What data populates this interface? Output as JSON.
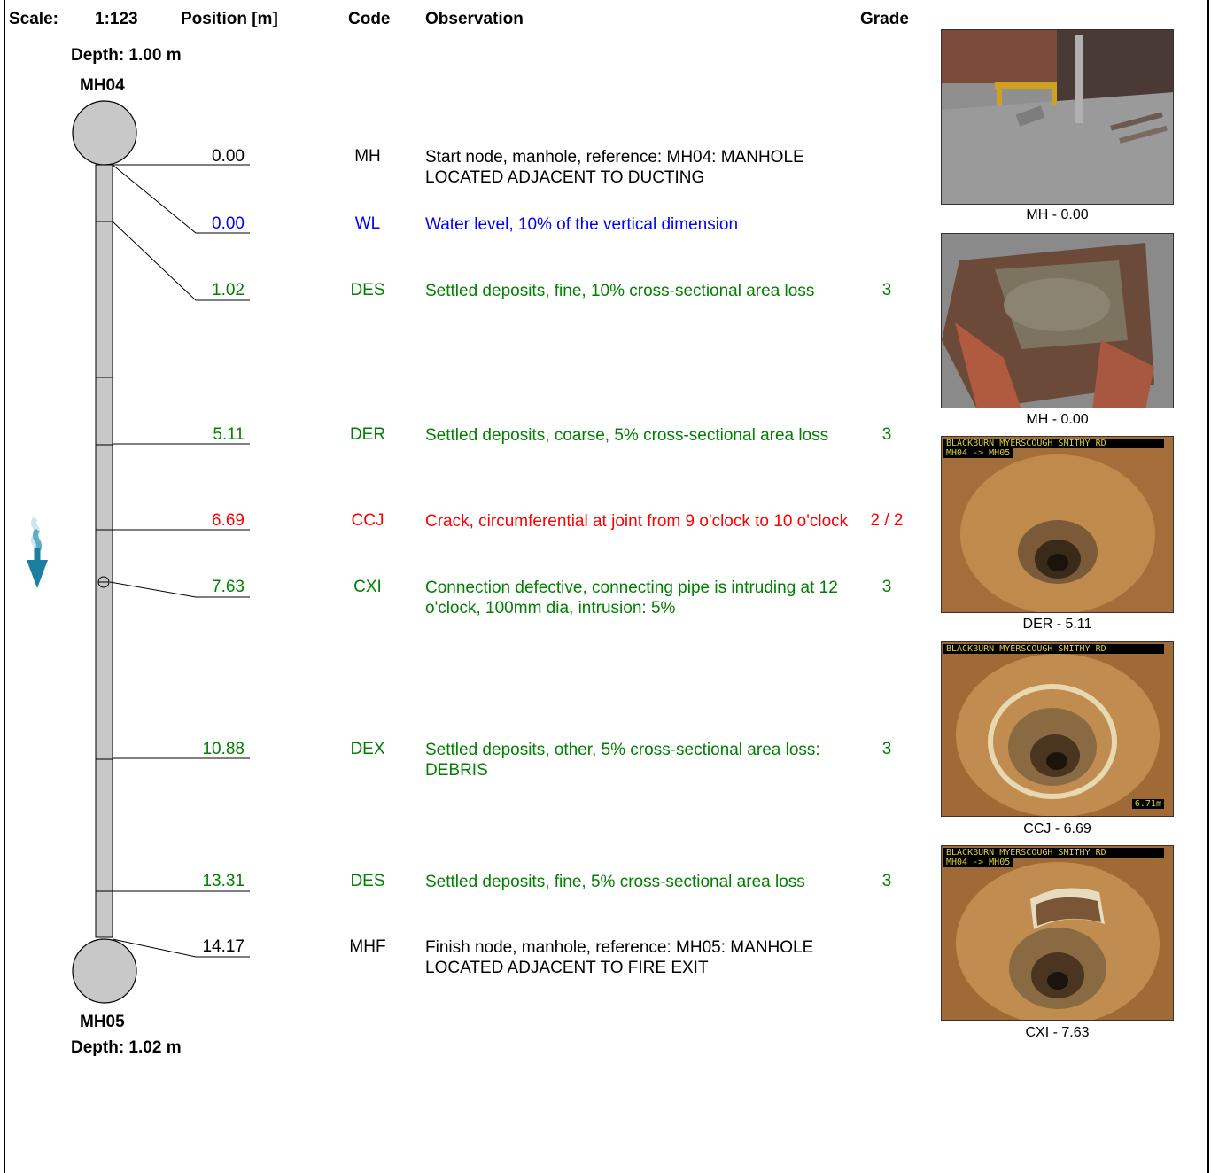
{
  "header": {
    "scale_label": "Scale:",
    "scale_value": "1:123",
    "position_label": "Position [m]",
    "code_label": "Code",
    "observation_label": "Observation",
    "grade_label": "Grade"
  },
  "start_node": {
    "depth": "Depth: 1.00 m",
    "name": "MH04"
  },
  "end_node": {
    "name": "MH05",
    "depth": "Depth: 1.02 m"
  },
  "flow_direction_icon": "down-arrow-icon",
  "colors": {
    "black": "#000000",
    "blue": "#0000ff",
    "green": "#008000",
    "red": "#ff0000",
    "pipe": "#c8c8c8",
    "arrow": "#1a7fa0"
  },
  "observations": [
    {
      "position": "0.00",
      "code": "MH",
      "text": "Start node, manhole, reference: MH04: MANHOLE LOCATED ADJACENT TO DUCTING",
      "grade": "",
      "color": "#000000"
    },
    {
      "position": "0.00",
      "code": "WL",
      "text": "Water level, 10% of the vertical dimension",
      "grade": "",
      "color": "#0000ff"
    },
    {
      "position": "1.02",
      "code": "DES",
      "text": "Settled deposits, fine, 10% cross-sectional area loss",
      "grade": "3",
      "color": "#008000"
    },
    {
      "position": "5.11",
      "code": "DER",
      "text": "Settled deposits, coarse, 5% cross-sectional area loss",
      "grade": "3",
      "color": "#008000"
    },
    {
      "position": "6.69",
      "code": "CCJ",
      "text": "Crack, circumferential at joint from 9 o'clock to 10 o'clock",
      "grade": "2 / 2",
      "color": "#ff0000"
    },
    {
      "position": "7.63",
      "code": "CXI",
      "text": "Connection defective, connecting pipe is intruding at 12 o'clock, 100mm dia, intrusion: 5%",
      "grade": "3",
      "color": "#008000"
    },
    {
      "position": "10.88",
      "code": "DEX",
      "text": "Settled deposits, other, 5% cross-sectional area loss: DEBRIS",
      "grade": "3",
      "color": "#008000"
    },
    {
      "position": "13.31",
      "code": "DES",
      "text": "Settled deposits, fine, 5% cross-sectional area loss",
      "grade": "3",
      "color": "#008000"
    },
    {
      "position": "14.17",
      "code": "MHF",
      "text": "Finish node, manhole, reference: MH05: MANHOLE LOCATED ADJACENT TO FIRE EXIT",
      "grade": "",
      "color": "#000000"
    }
  ],
  "photos": [
    {
      "caption": "MH - 0.00",
      "overlay": "",
      "overlay_sub": "",
      "stamp": ""
    },
    {
      "caption": "MH - 0.00",
      "overlay": "",
      "overlay_sub": "",
      "stamp": ""
    },
    {
      "caption": "DER - 5.11",
      "overlay": "BLACKBURN MYERSCOUGH SMITHY RD",
      "overlay_sub": "MH04 -> MH05",
      "stamp": ""
    },
    {
      "caption": "CCJ - 6.69",
      "overlay": "BLACKBURN MYERSCOUGH SMITHY RD",
      "overlay_sub": "",
      "stamp": "6.71m"
    },
    {
      "caption": "CXI - 7.63",
      "overlay": "BLACKBURN MYERSCOUGH SMITHY RD",
      "overlay_sub": "MH04 -> MH05",
      "stamp": ""
    }
  ]
}
